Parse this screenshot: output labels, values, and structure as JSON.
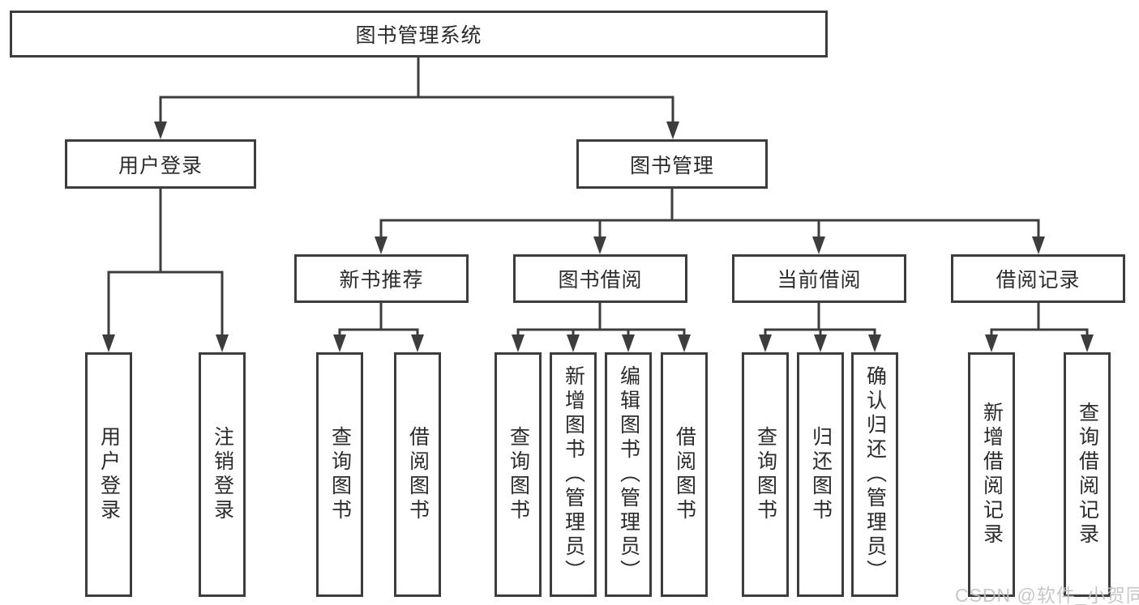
{
  "tree": {
    "root": {
      "label": "图书管理系统"
    },
    "branches": [
      {
        "label": "用户登录",
        "children": [
          {
            "label": "用户登录"
          },
          {
            "label": "注销登录"
          }
        ]
      },
      {
        "label": "图书管理",
        "children": [
          {
            "label": "新书推荐",
            "children": [
              {
                "label": "查询图书"
              },
              {
                "label": "借阅图书"
              }
            ]
          },
          {
            "label": "图书借阅",
            "children": [
              {
                "label": "查询图书"
              },
              {
                "label": "新增图书（管理员）"
              },
              {
                "label": "编辑图书（管理员）"
              },
              {
                "label": "借阅图书"
              }
            ]
          },
          {
            "label": "当前借阅",
            "children": [
              {
                "label": "查询图书"
              },
              {
                "label": "归还图书"
              },
              {
                "label": "确认归还（管理员）"
              }
            ]
          },
          {
            "label": "借阅记录",
            "children": [
              {
                "label": "新增借阅记录"
              },
              {
                "label": "查询借阅记录"
              }
            ]
          }
        ]
      }
    ]
  },
  "watermark": "CSDN @软件_小贺同学",
  "colors": {
    "line": "#3d3d3d",
    "ink": "#2b2b2b",
    "box_bg": "#ffffff",
    "page_bg": "#ffffff",
    "watermark": "#c2c2c2"
  }
}
